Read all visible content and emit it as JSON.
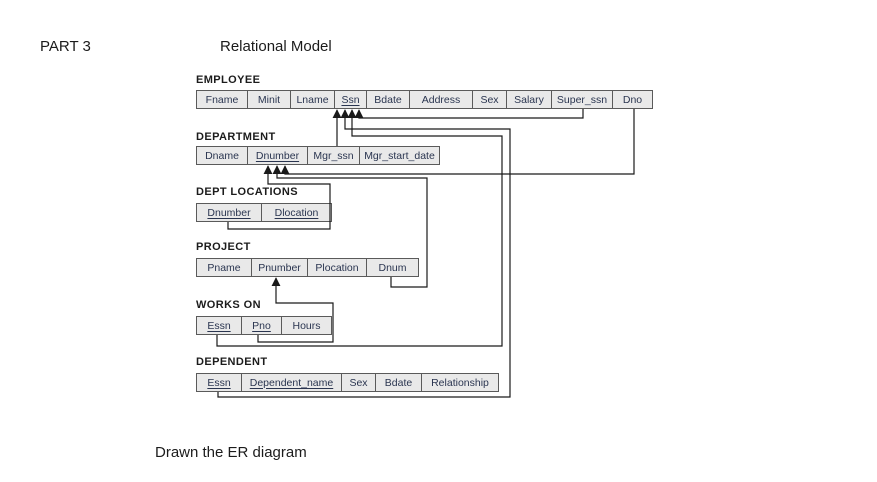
{
  "page": {
    "part_label": "PART 3",
    "title": "Relational Model",
    "caption": "Drawn the ER diagram"
  },
  "colors": {
    "row_fill": "#e9e9e9",
    "row_border": "#5a5a5a",
    "field_text": "#2a3550",
    "line_color": "#1a1a1a"
  },
  "tables": [
    {
      "id": "employee",
      "name": "EMPLOYEE",
      "fields": [
        {
          "label": "Fname",
          "key": false
        },
        {
          "label": "Minit",
          "key": false
        },
        {
          "label": "Lname",
          "key": false
        },
        {
          "label": "Ssn",
          "key": true
        },
        {
          "label": "Bdate",
          "key": false
        },
        {
          "label": "Address",
          "key": false
        },
        {
          "label": "Sex",
          "key": false
        },
        {
          "label": "Salary",
          "key": false
        },
        {
          "label": "Super_ssn",
          "key": false
        },
        {
          "label": "Dno",
          "key": false
        }
      ]
    },
    {
      "id": "department",
      "name": "DEPARTMENT",
      "fields": [
        {
          "label": "Dname",
          "key": false
        },
        {
          "label": "Dnumber",
          "key": true
        },
        {
          "label": "Mgr_ssn",
          "key": false
        },
        {
          "label": "Mgr_start_date",
          "key": false
        }
      ]
    },
    {
      "id": "dept_locations",
      "name": "DEPT LOCATIONS",
      "fields": [
        {
          "label": "Dnumber",
          "key": true
        },
        {
          "label": "Dlocation",
          "key": true
        }
      ]
    },
    {
      "id": "project",
      "name": "PROJECT",
      "fields": [
        {
          "label": "Pname",
          "key": false
        },
        {
          "label": "Pnumber",
          "key": false
        },
        {
          "label": "Plocation",
          "key": false
        },
        {
          "label": "Dnum",
          "key": false
        }
      ]
    },
    {
      "id": "works_on",
      "name": "WORKS ON",
      "fields": [
        {
          "label": "Essn",
          "key": true
        },
        {
          "label": "Pno",
          "key": true
        },
        {
          "label": "Hours",
          "key": false
        }
      ]
    },
    {
      "id": "dependent",
      "name": "DEPENDENT",
      "fields": [
        {
          "label": "Essn",
          "key": true
        },
        {
          "label": "Dependent_name",
          "key": true
        },
        {
          "label": "Sex",
          "key": false
        },
        {
          "label": "Bdate",
          "key": false
        },
        {
          "label": "Relationship",
          "key": false
        }
      ]
    }
  ],
  "relationships": [
    {
      "from": "DEPARTMENT.Mgr_ssn",
      "to": "EMPLOYEE.Ssn"
    },
    {
      "from": "EMPLOYEE.Super_ssn",
      "to": "EMPLOYEE.Ssn"
    },
    {
      "from": "EMPLOYEE.Dno",
      "to": "DEPARTMENT.Dnumber"
    },
    {
      "from": "DEPT_LOCATIONS.Dnumber",
      "to": "DEPARTMENT.Dnumber"
    },
    {
      "from": "PROJECT.Dnum",
      "to": "DEPARTMENT.Dnumber"
    },
    {
      "from": "WORKS_ON.Pno",
      "to": "PROJECT.Pnumber"
    },
    {
      "from": "WORKS_ON.Essn",
      "to": "EMPLOYEE.Ssn"
    },
    {
      "from": "DEPENDENT.Essn",
      "to": "EMPLOYEE.Ssn"
    }
  ]
}
